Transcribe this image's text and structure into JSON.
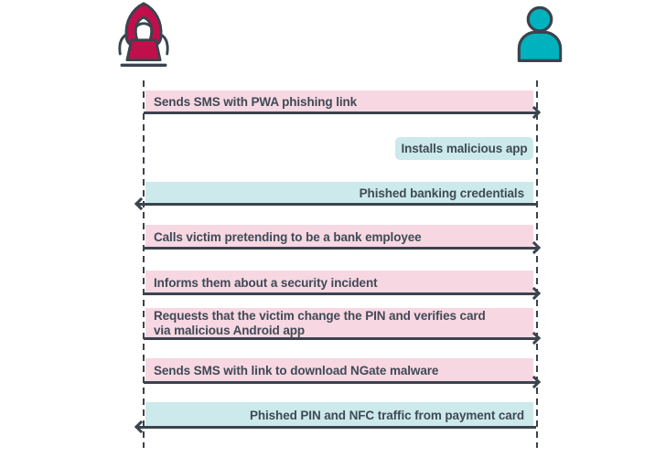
{
  "diagram": {
    "kind": "sequence-diagram",
    "actors": [
      {
        "id": "attacker",
        "icon": "hacker-icon",
        "color": "#c00f4b"
      },
      {
        "id": "victim",
        "icon": "person-icon",
        "color": "#00b2bd"
      }
    ],
    "messages": [
      {
        "label": "Sends SMS with PWA phishing link",
        "band": "pink",
        "direction": "attacker-to-victim"
      },
      {
        "label": "Installs malicious app",
        "band": "teal",
        "direction": "victim-self"
      },
      {
        "label": "Phished banking credentials",
        "band": "teal",
        "direction": "victim-to-attacker"
      },
      {
        "label": "Calls victim pretending to be a bank employee",
        "band": "pink",
        "direction": "attacker-to-victim"
      },
      {
        "label": "Informs them about a security incident",
        "band": "pink",
        "direction": "attacker-to-victim"
      },
      {
        "label": "Requests that the victim change the PIN and verifies card\nvia malicious Android app",
        "band": "pink",
        "direction": "attacker-to-victim"
      },
      {
        "label": "Sends SMS with link to download NGate malware",
        "band": "pink",
        "direction": "attacker-to-victim"
      },
      {
        "label": "Phished PIN and NFC traffic from payment card",
        "band": "teal",
        "direction": "victim-to-attacker"
      }
    ],
    "colors": {
      "pink_band": "#f7d7e2",
      "teal_band": "#cce9eb",
      "outline": "#3a444e",
      "text": "#3f4a55",
      "crimson": "#c00f4b",
      "teal": "#00b2bd"
    }
  }
}
